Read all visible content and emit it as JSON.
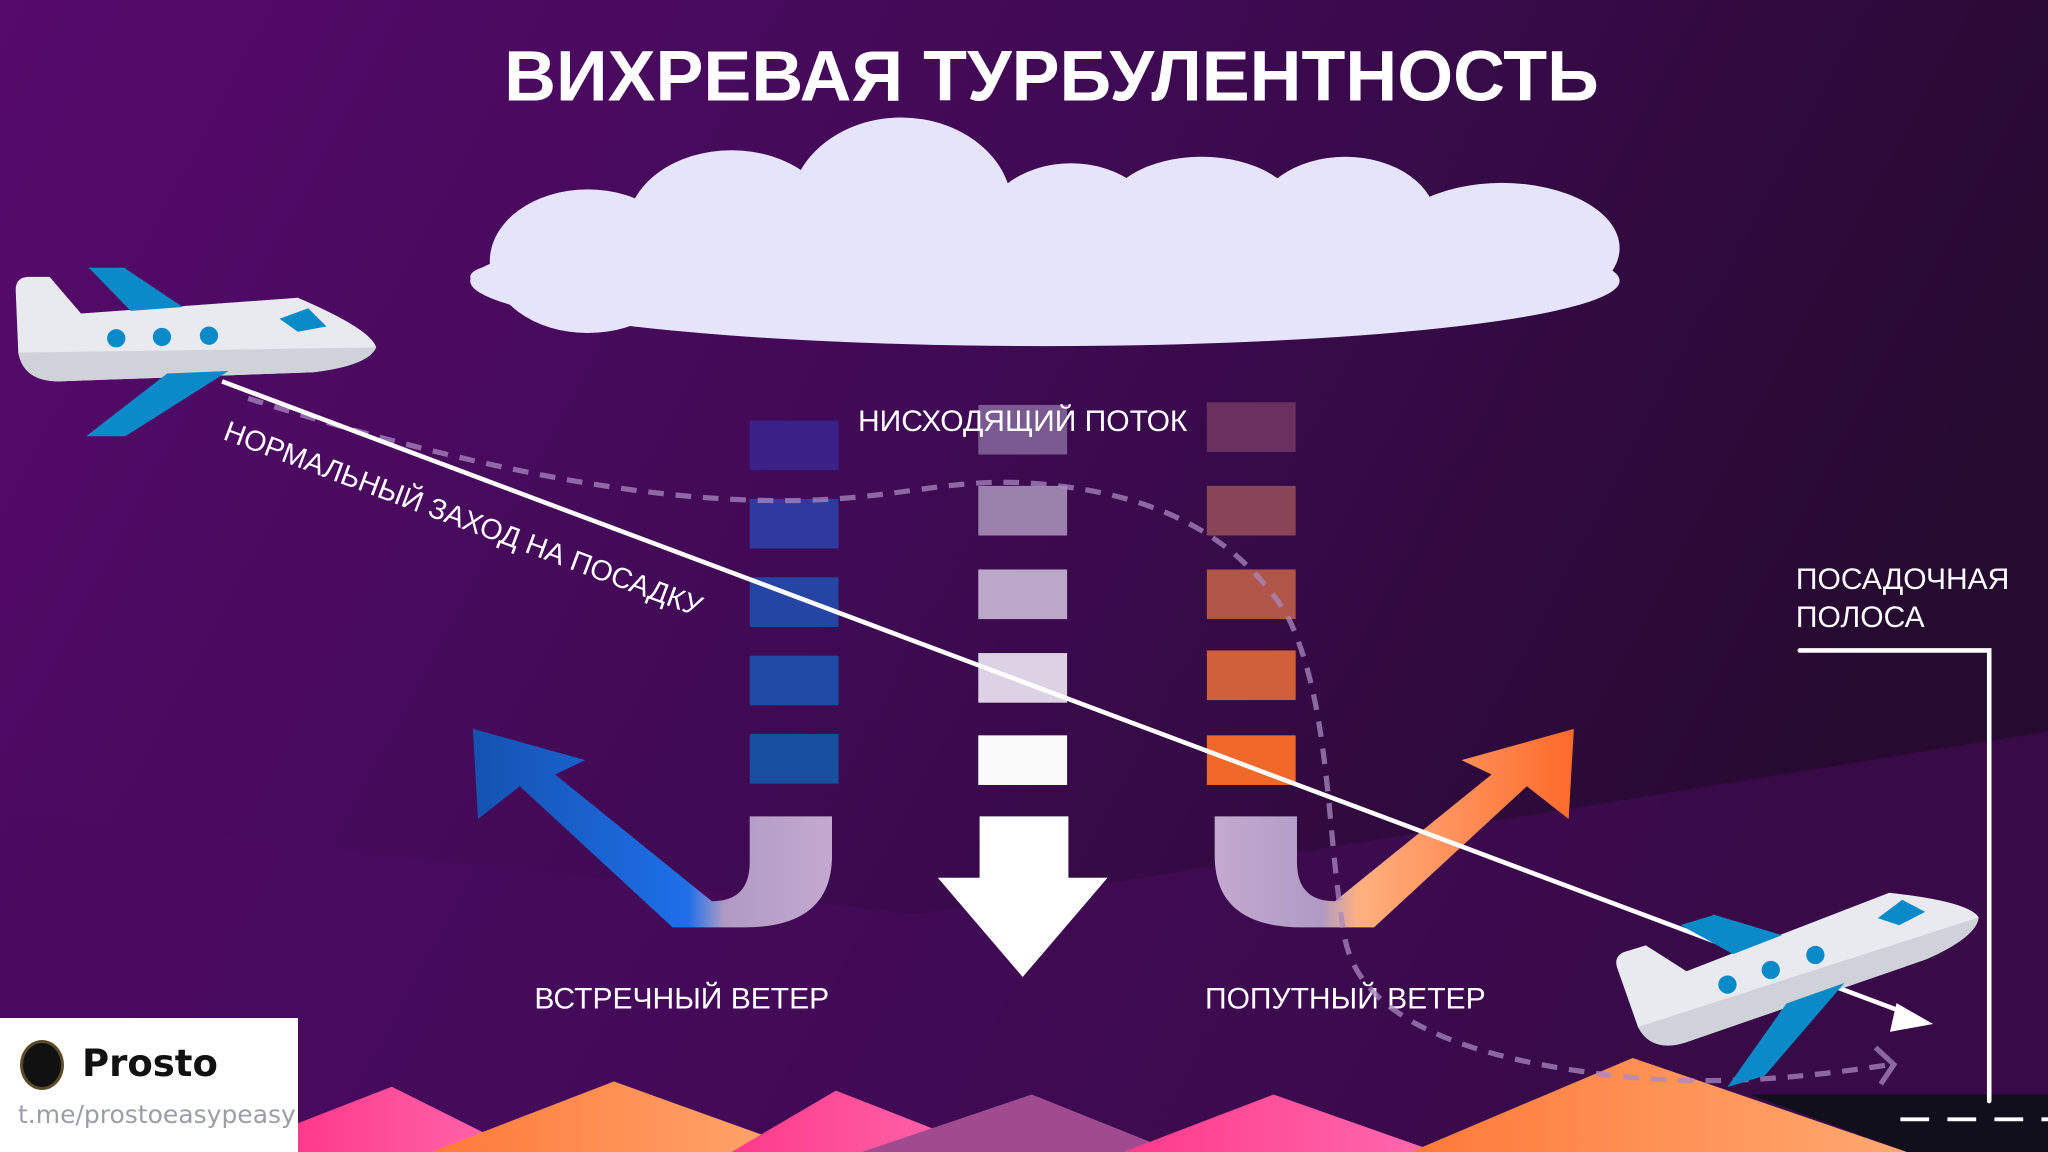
{
  "title": "ВИХРЕВАЯ ТУРБУЛЕНТНОСТЬ",
  "labels": {
    "approach": "НОРМАЛЬНЫЙ ЗАХОД НА ПОСАДКУ",
    "downflow": "НИСХОДЯЩИЙ ПОТОК",
    "headwind": "ВСТРЕЧНЫЙ ВЕТЕР",
    "tailwind": "ПОПУТНЫЙ ВЕТЕР",
    "runway_line1": "ПОСАДОЧНАЯ",
    "runway_line2": "ПОЛОСА"
  },
  "watermark": {
    "name": "Prosto",
    "link": "t.me/prostoeasypeasy"
  },
  "colors": {
    "headwind": "#1e6fe0",
    "tailwind": "#ff6a2a",
    "downflow": "#ffffff",
    "plane_accent": "#0a8ac8"
  }
}
